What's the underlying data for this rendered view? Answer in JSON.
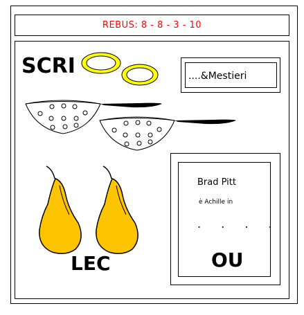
{
  "rebus": {
    "title": "REBUS: 8 - 8 - 3 - 10",
    "title_color": "#ff0000"
  },
  "clues": {
    "scri": "SCRI",
    "lec": "LEC",
    "ou": "OU",
    "mestieri": "....&Mestieri",
    "card_name": "Brad Pitt",
    "card_caption": "è Achille in",
    "card_dots": ". . . ."
  },
  "icons": [
    "plate-icon",
    "colander-icon",
    "pear-icon"
  ],
  "colors": {
    "plate_rim": "#ffff00",
    "pear_fill": "#ffc400"
  }
}
